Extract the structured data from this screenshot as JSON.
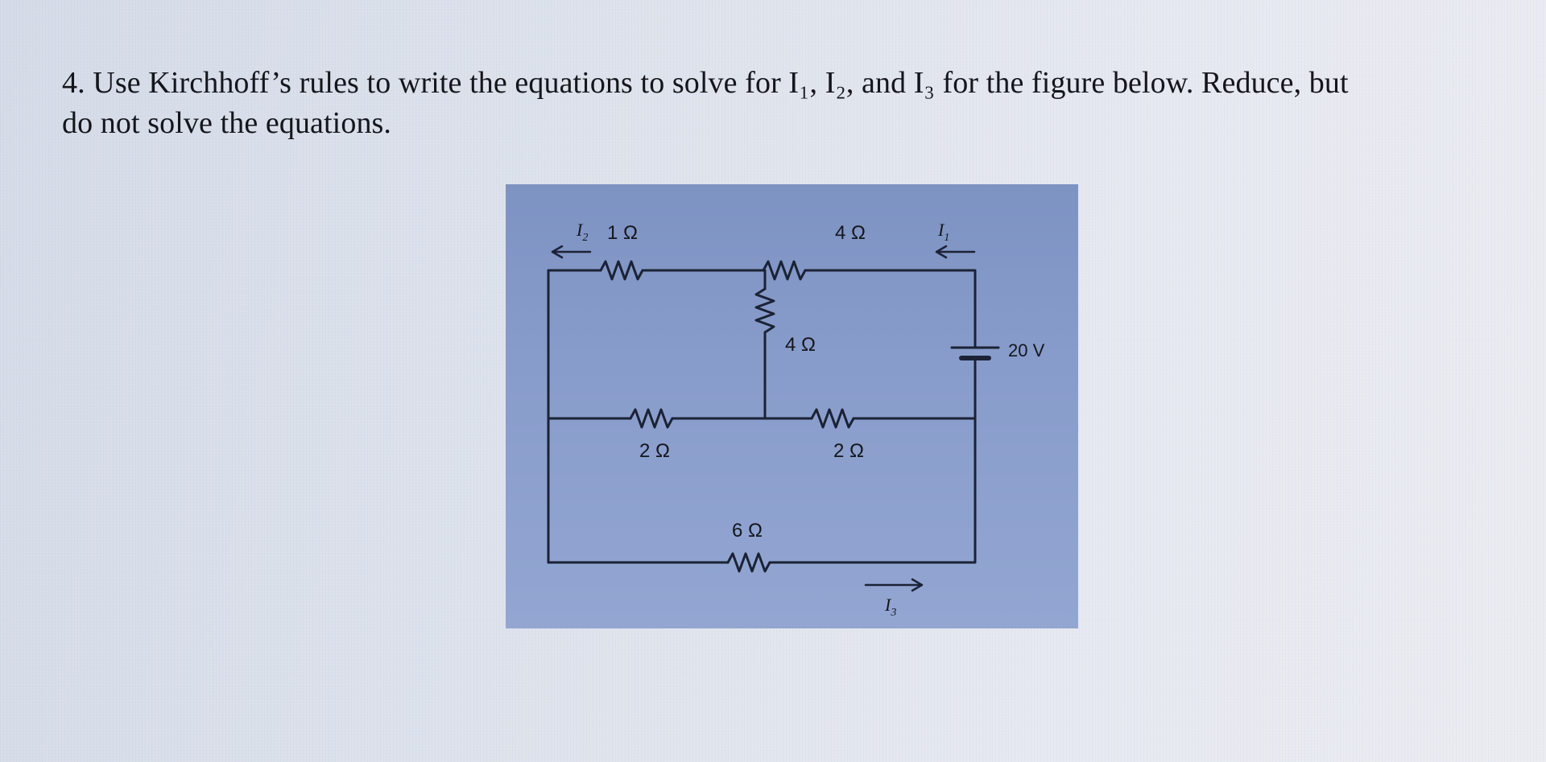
{
  "question": {
    "line1": "4. Use Kirchhoff’s rules to write the equations to solve for I₁, I₂, and I₃ for the figure below. Reduce, but",
    "line2": "do not solve the equations."
  },
  "circuit": {
    "resistor_top_left": "1 Ω",
    "resistor_top_right": "4 Ω",
    "resistor_middle_vertical": "4 Ω",
    "resistor_mid_left": "2 Ω",
    "resistor_mid_right": "2 Ω",
    "resistor_bottom": "6 Ω",
    "battery_voltage": "20 V",
    "current_i1_label": "I",
    "current_i1_sub": "1",
    "current_i2_label": "I",
    "current_i2_sub": "2",
    "current_i3_label": "I",
    "current_i3_sub": "3"
  },
  "colors": {
    "panel_background": "#889ccb",
    "wire": "#1b2235",
    "text": "#14161c"
  }
}
